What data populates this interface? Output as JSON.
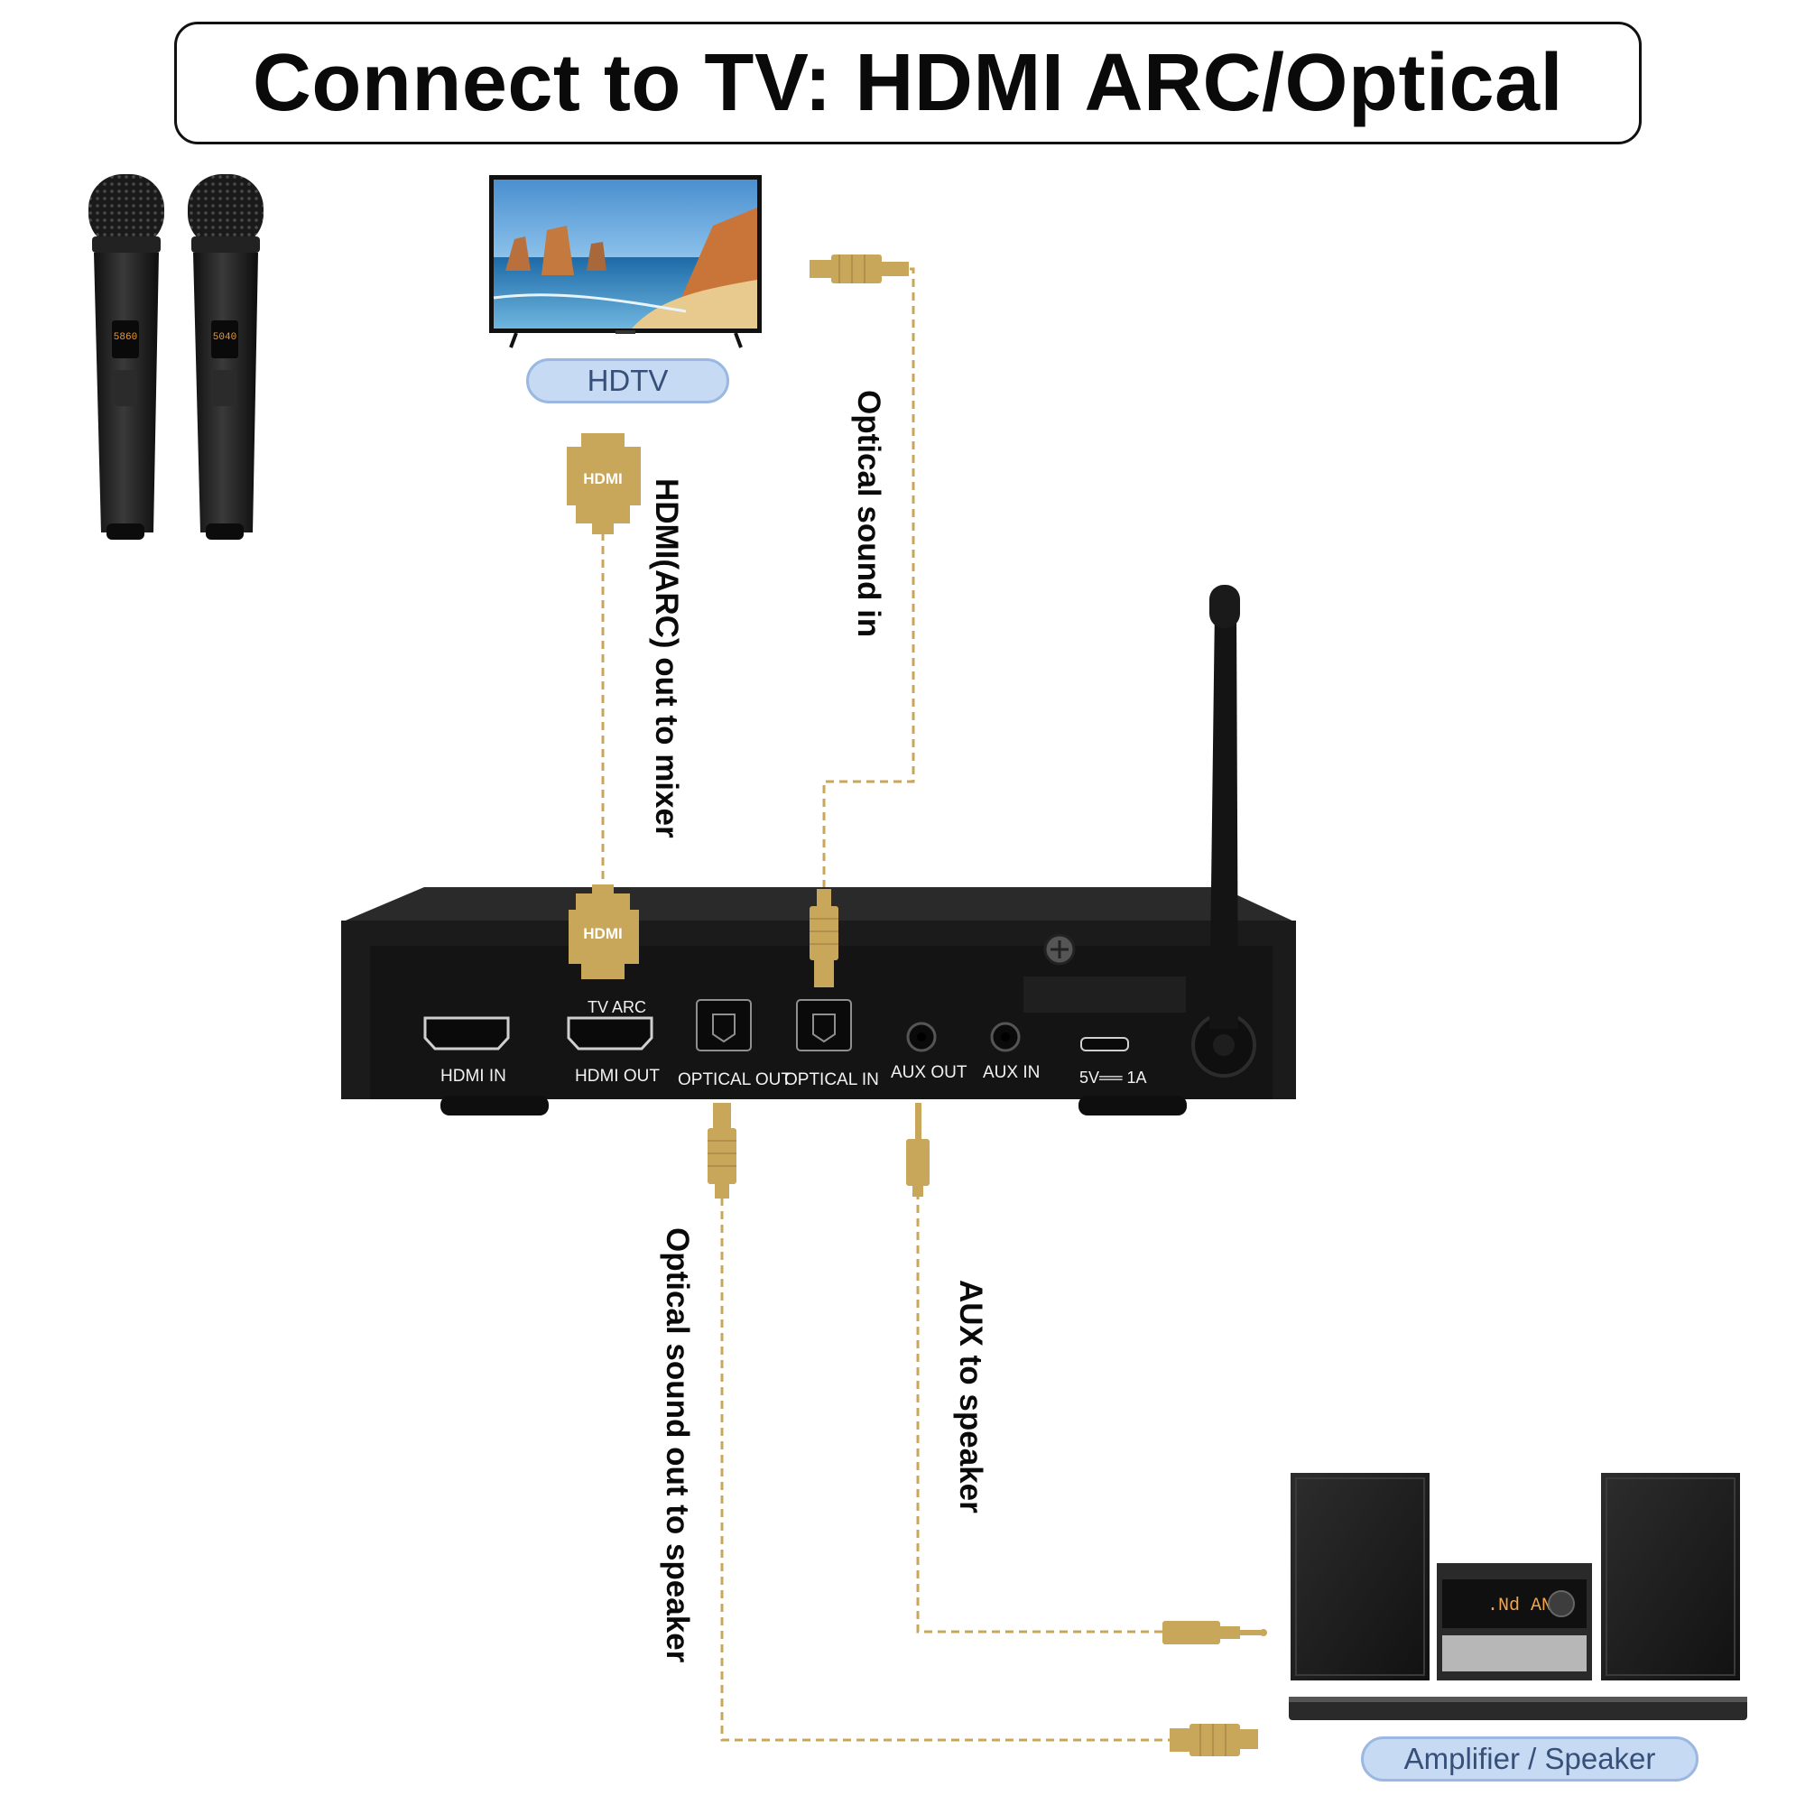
{
  "title": "Connect to TV: HDMI ARC/Optical",
  "devices": {
    "tv_label": "HDTV",
    "speaker_label": "Amplifier / Speaker"
  },
  "connections": {
    "hdmi_arc": "HDMI(ARC) out to mixer",
    "optical_in": "Optical sound in",
    "optical_out": "Optical sound out to speaker",
    "aux_out": "AUX to speaker"
  },
  "connector_text": {
    "hdmi_plug": "HDMI"
  },
  "receiver_ports": {
    "hdmi_in": "HDMI IN",
    "tv_arc": "TV ARC",
    "hdmi_out": "HDMI OUT",
    "optical_out": "OPTICAL OUT",
    "optical_in": "OPTICAL IN",
    "aux_out": "AUX OUT",
    "aux_in": "AUX IN",
    "power": "5V══ 1A"
  },
  "colors": {
    "connector_gold": "#c8a75a",
    "cable_dash": "#c8a75a",
    "pill_fill": "#c6daf3",
    "receiver_body": "#1b1b1b"
  }
}
